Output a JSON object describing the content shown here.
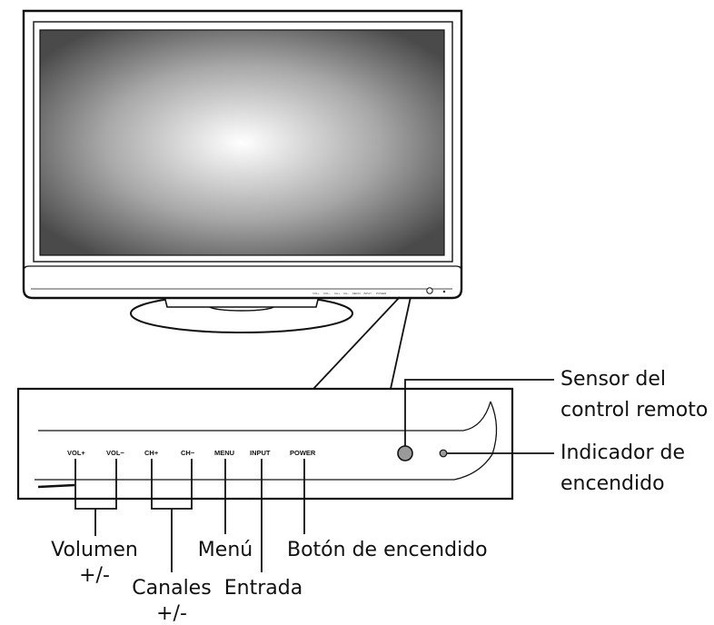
{
  "panel_buttons": {
    "vol_plus": "VOL+",
    "vol_minus": "VOL−",
    "ch_plus": "CH+",
    "ch_minus": "CH−",
    "menu": "MENU",
    "input": "INPUT",
    "power": "POWER"
  },
  "callouts": {
    "remote_sensor": [
      "Sensor del",
      "control remoto"
    ],
    "power_indicator": [
      "Indicador de",
      "encendido"
    ],
    "volume": [
      "Volumen",
      "+/-"
    ],
    "menu": "Menú",
    "power_button": "Botón de encendido",
    "channels": [
      "Canales",
      "+/-"
    ],
    "input": "Entrada"
  },
  "colors": {
    "line": "#111111",
    "screen_center": "#ffffff",
    "screen_edge": "#4a4a4a"
  }
}
